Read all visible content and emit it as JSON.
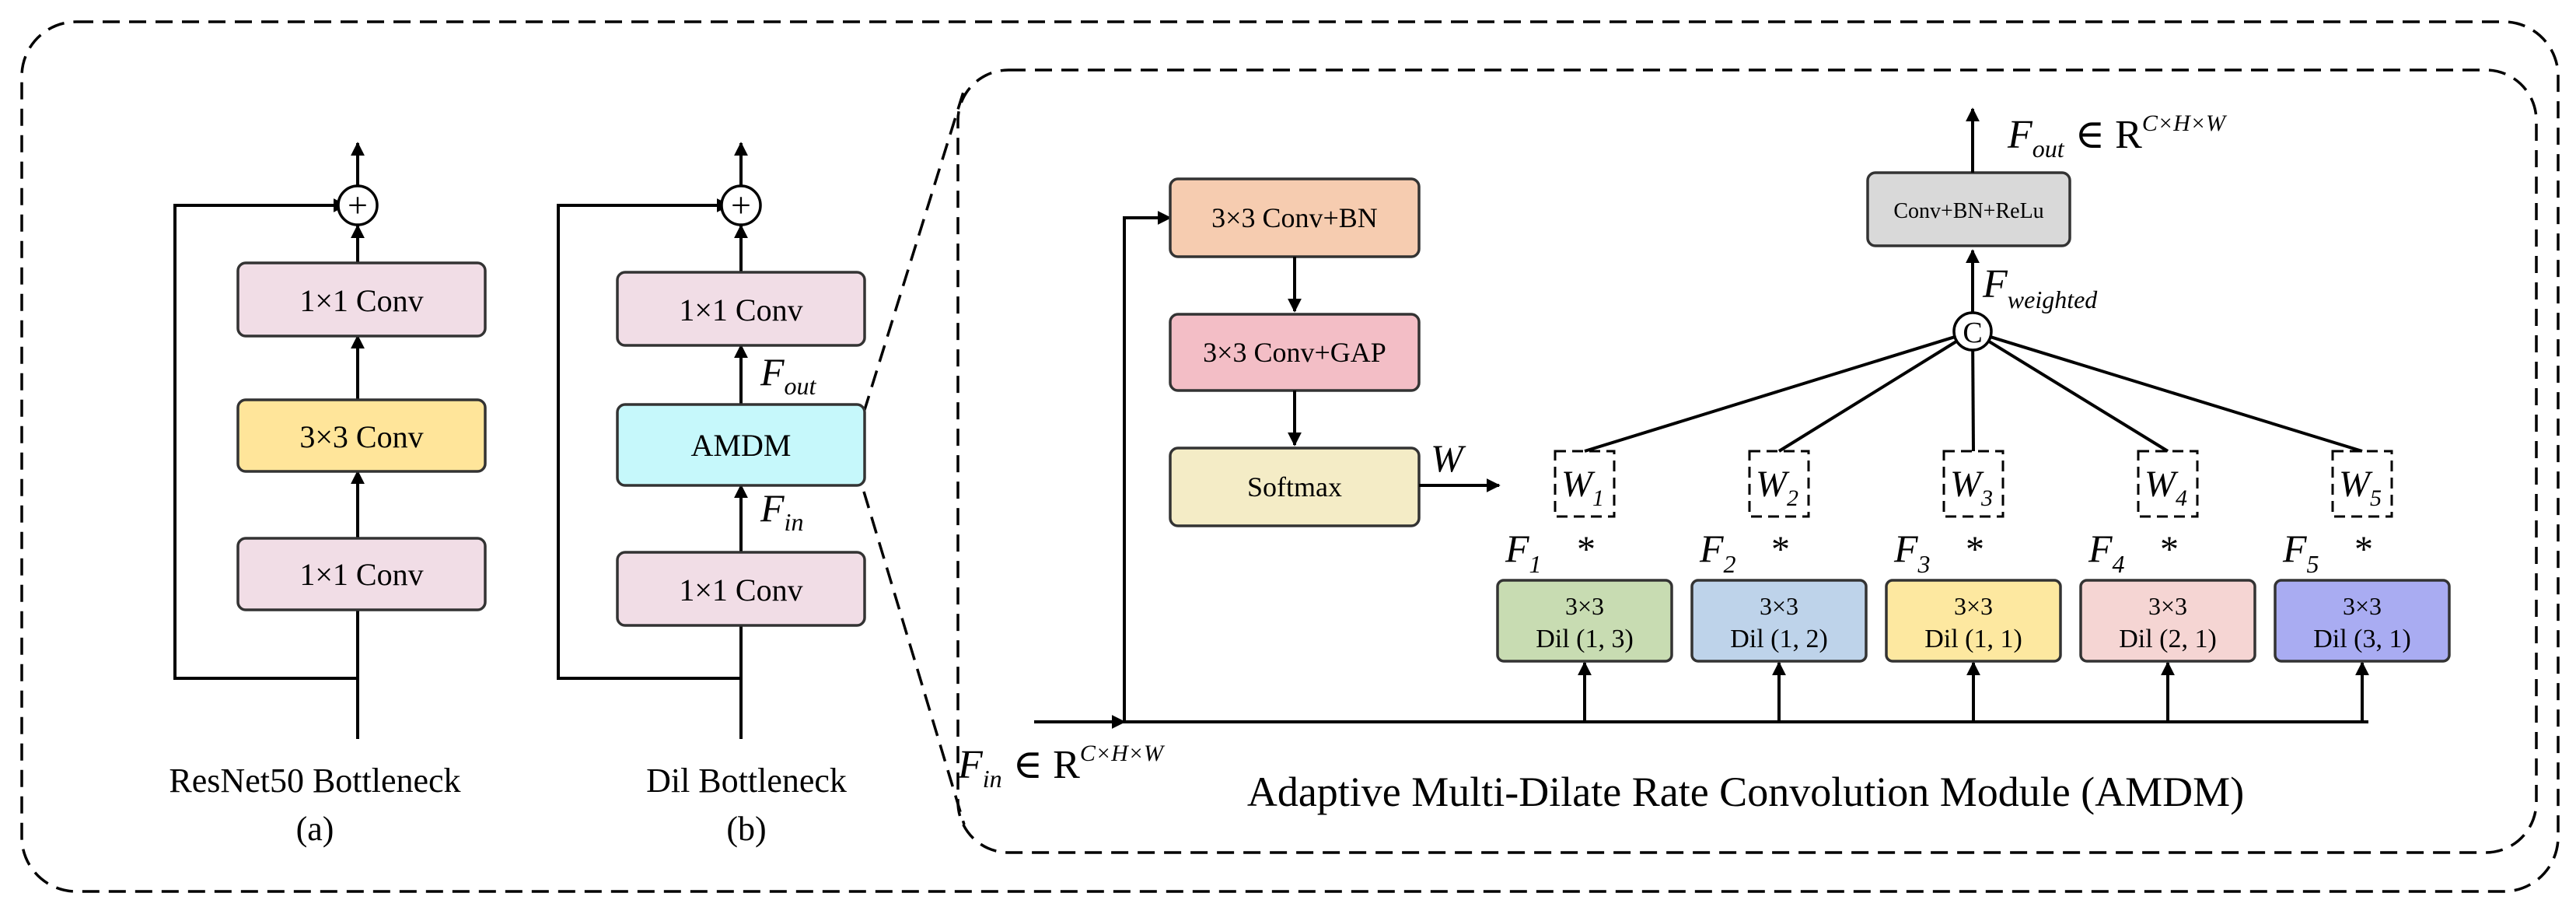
{
  "colors": {
    "outer_bg": "#e5ece0",
    "inner_bg": "#e6f2f1",
    "pink_box": "#f1dde6",
    "yellow_box": "#ffe59a",
    "cyan_box": "#c6f8fb",
    "orange_box": "#f6ccb0",
    "red_box": "#f3bec6",
    "cream_box": "#f4ecc6",
    "gray_box": "#d9d9d9",
    "green_dil": "#c8dcb2",
    "blue_dil": "#bed3ea",
    "yellow_dil": "#fde8a0",
    "salmon_dil": "#f5d5d3",
    "violet_dil": "#a9acf2"
  },
  "resnet": {
    "top_conv": "1×1  Conv",
    "mid_conv": "3×3  Conv",
    "bottom_conv": "1×1  Conv",
    "plus_symbol": "+",
    "caption": "ResNet50 Bottleneck",
    "sub_caption": "(a)"
  },
  "dil": {
    "top_conv": "1×1  Conv",
    "amdm_label": "AMDM",
    "bottom_conv": "1×1  Conv",
    "plus_symbol": "+",
    "f_out": {
      "base": "F",
      "sub": "out"
    },
    "f_in": {
      "base": "F",
      "sub": "in"
    },
    "caption": "Dil Bottleneck",
    "sub_caption": "(b)"
  },
  "amdm": {
    "conv_bn": "3×3 Conv+BN",
    "conv_gap": "3×3 Conv+GAP",
    "softmax": "Softmax",
    "w_symbol": "W",
    "out_conv": "Conv+BN+ReLu",
    "concat_symbol": "C",
    "f_weighted": {
      "base": "F",
      "sub": "weighted"
    },
    "f_out": {
      "base": "F",
      "sub": "out",
      "member": "∈ R",
      "sup": "C×H×W"
    },
    "f_in": {
      "base": "F",
      "sub": "in",
      "member": "∈ R",
      "sup": "C×H×W"
    },
    "title": "Adaptive Multi-Dilate Rate Convolution Module (AMDM)",
    "multiply_symbol": "*",
    "branches": [
      {
        "f": "F",
        "f_sub": "1",
        "w": "W",
        "w_sub": "1",
        "line1": "3×3",
        "line2": "Dil (1, 3)",
        "color": "#c8dcb2"
      },
      {
        "f": "F",
        "f_sub": "2",
        "w": "W",
        "w_sub": "2",
        "line1": "3×3",
        "line2": "Dil (1, 2)",
        "color": "#bed3ea"
      },
      {
        "f": "F",
        "f_sub": "3",
        "w": "W",
        "w_sub": "3",
        "line1": "3×3",
        "line2": "Dil (1, 1)",
        "color": "#fde8a0"
      },
      {
        "f": "F",
        "f_sub": "4",
        "w": "W",
        "w_sub": "4",
        "line1": "3×3",
        "line2": "Dil (2, 1)",
        "color": "#f5d5d3"
      },
      {
        "f": "F",
        "f_sub": "5",
        "w": "W",
        "w_sub": "5",
        "line1": "3×3",
        "line2": "Dil (3, 1)",
        "color": "#a9acf2"
      }
    ]
  }
}
